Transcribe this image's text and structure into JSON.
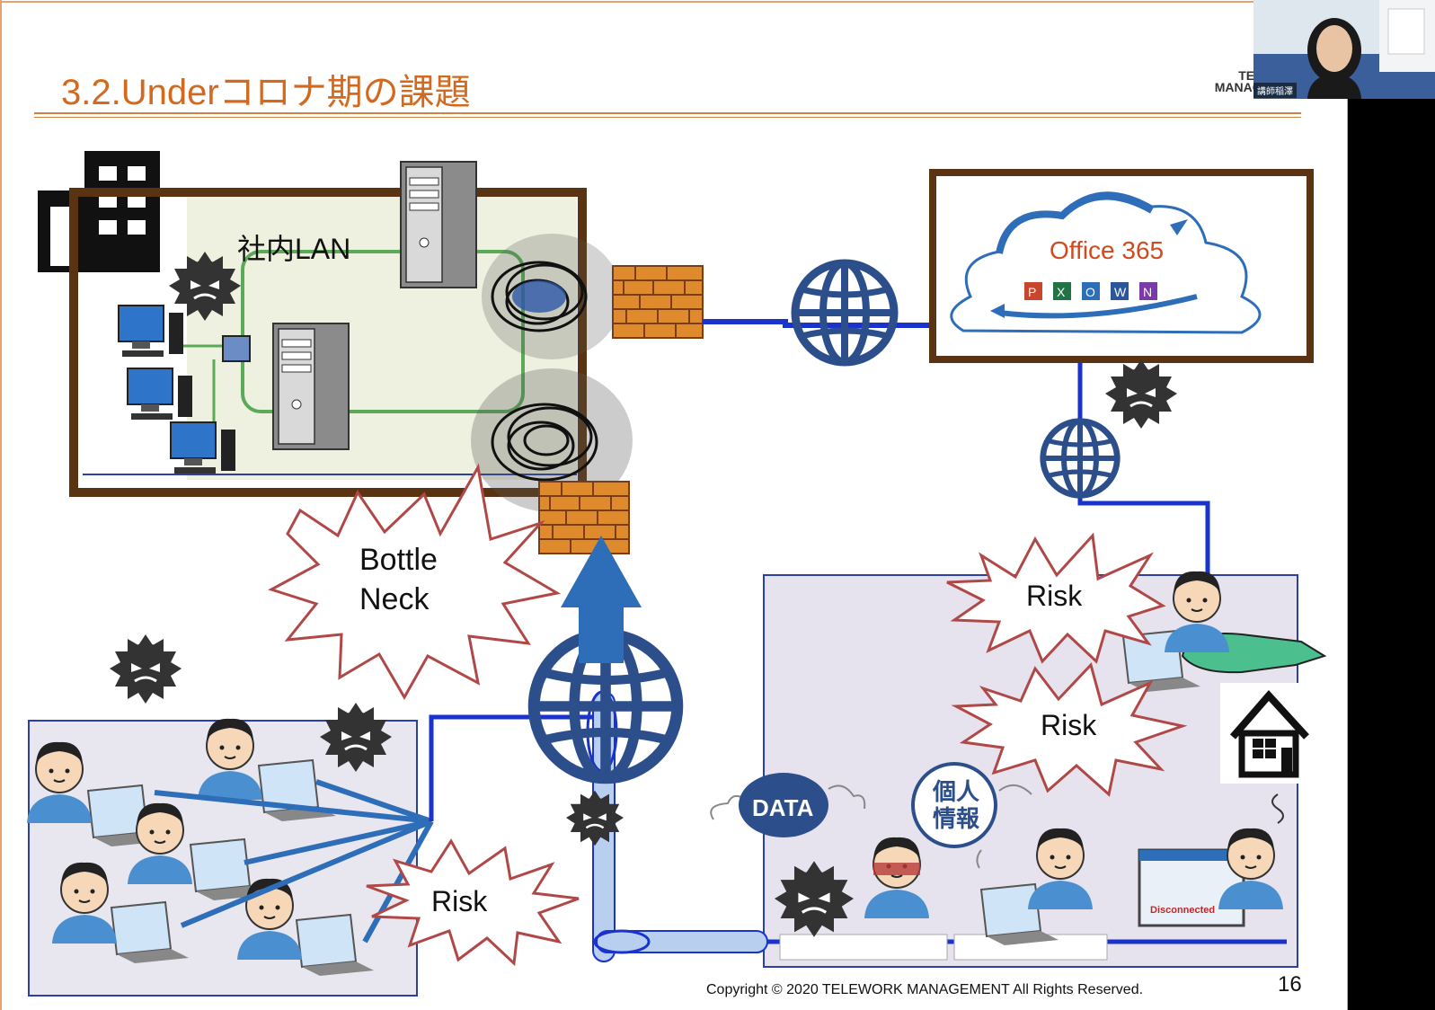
{
  "slide": {
    "title": "3.2.Underコロナ期の課題",
    "copyright": "Copyright © 2020 TELEWORK MANAGEMENT All Rights Reserved.",
    "page_number": "16",
    "logo_line1": "TELE",
    "logo_line2": "MANAGE"
  },
  "webcam": {
    "label": "講師稲澤"
  },
  "diagram": {
    "office_lan_label": "社内LAN",
    "cloud_label": "Office 365",
    "app_icons": [
      "P",
      "X",
      "O",
      "W",
      "N"
    ],
    "burst_bottleneck": [
      "Bottle",
      "Neck"
    ],
    "burst_risk_1": "Risk",
    "burst_risk_2": "Risk",
    "burst_risk_3": "Risk",
    "data_badge": "DATA",
    "personal_info_badge": [
      "個人",
      "情報"
    ],
    "disconnected_label": "Disconnected"
  },
  "colors": {
    "title": "#d2691e",
    "brown_frame": "#5a3412",
    "network_line": "#1a33cc",
    "lan_line": "#5aaa5a",
    "firewall": "#e0882a",
    "globe": "#2c4f8c",
    "burst_outline": "#b04848"
  }
}
